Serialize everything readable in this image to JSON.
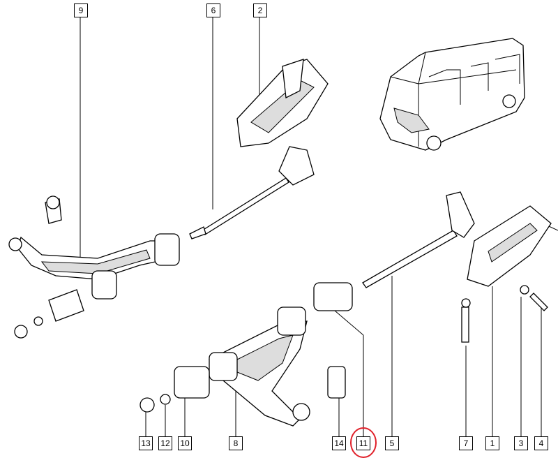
{
  "diagram": {
    "title_labels": [
      "9",
      "6",
      "2"
    ],
    "bottom_labels": [
      "13",
      "12",
      "10",
      "8",
      "14",
      "11",
      "5",
      "7",
      "1",
      "3",
      "4"
    ],
    "highlighted_label": "11",
    "highlight_color": "#e0202a"
  }
}
